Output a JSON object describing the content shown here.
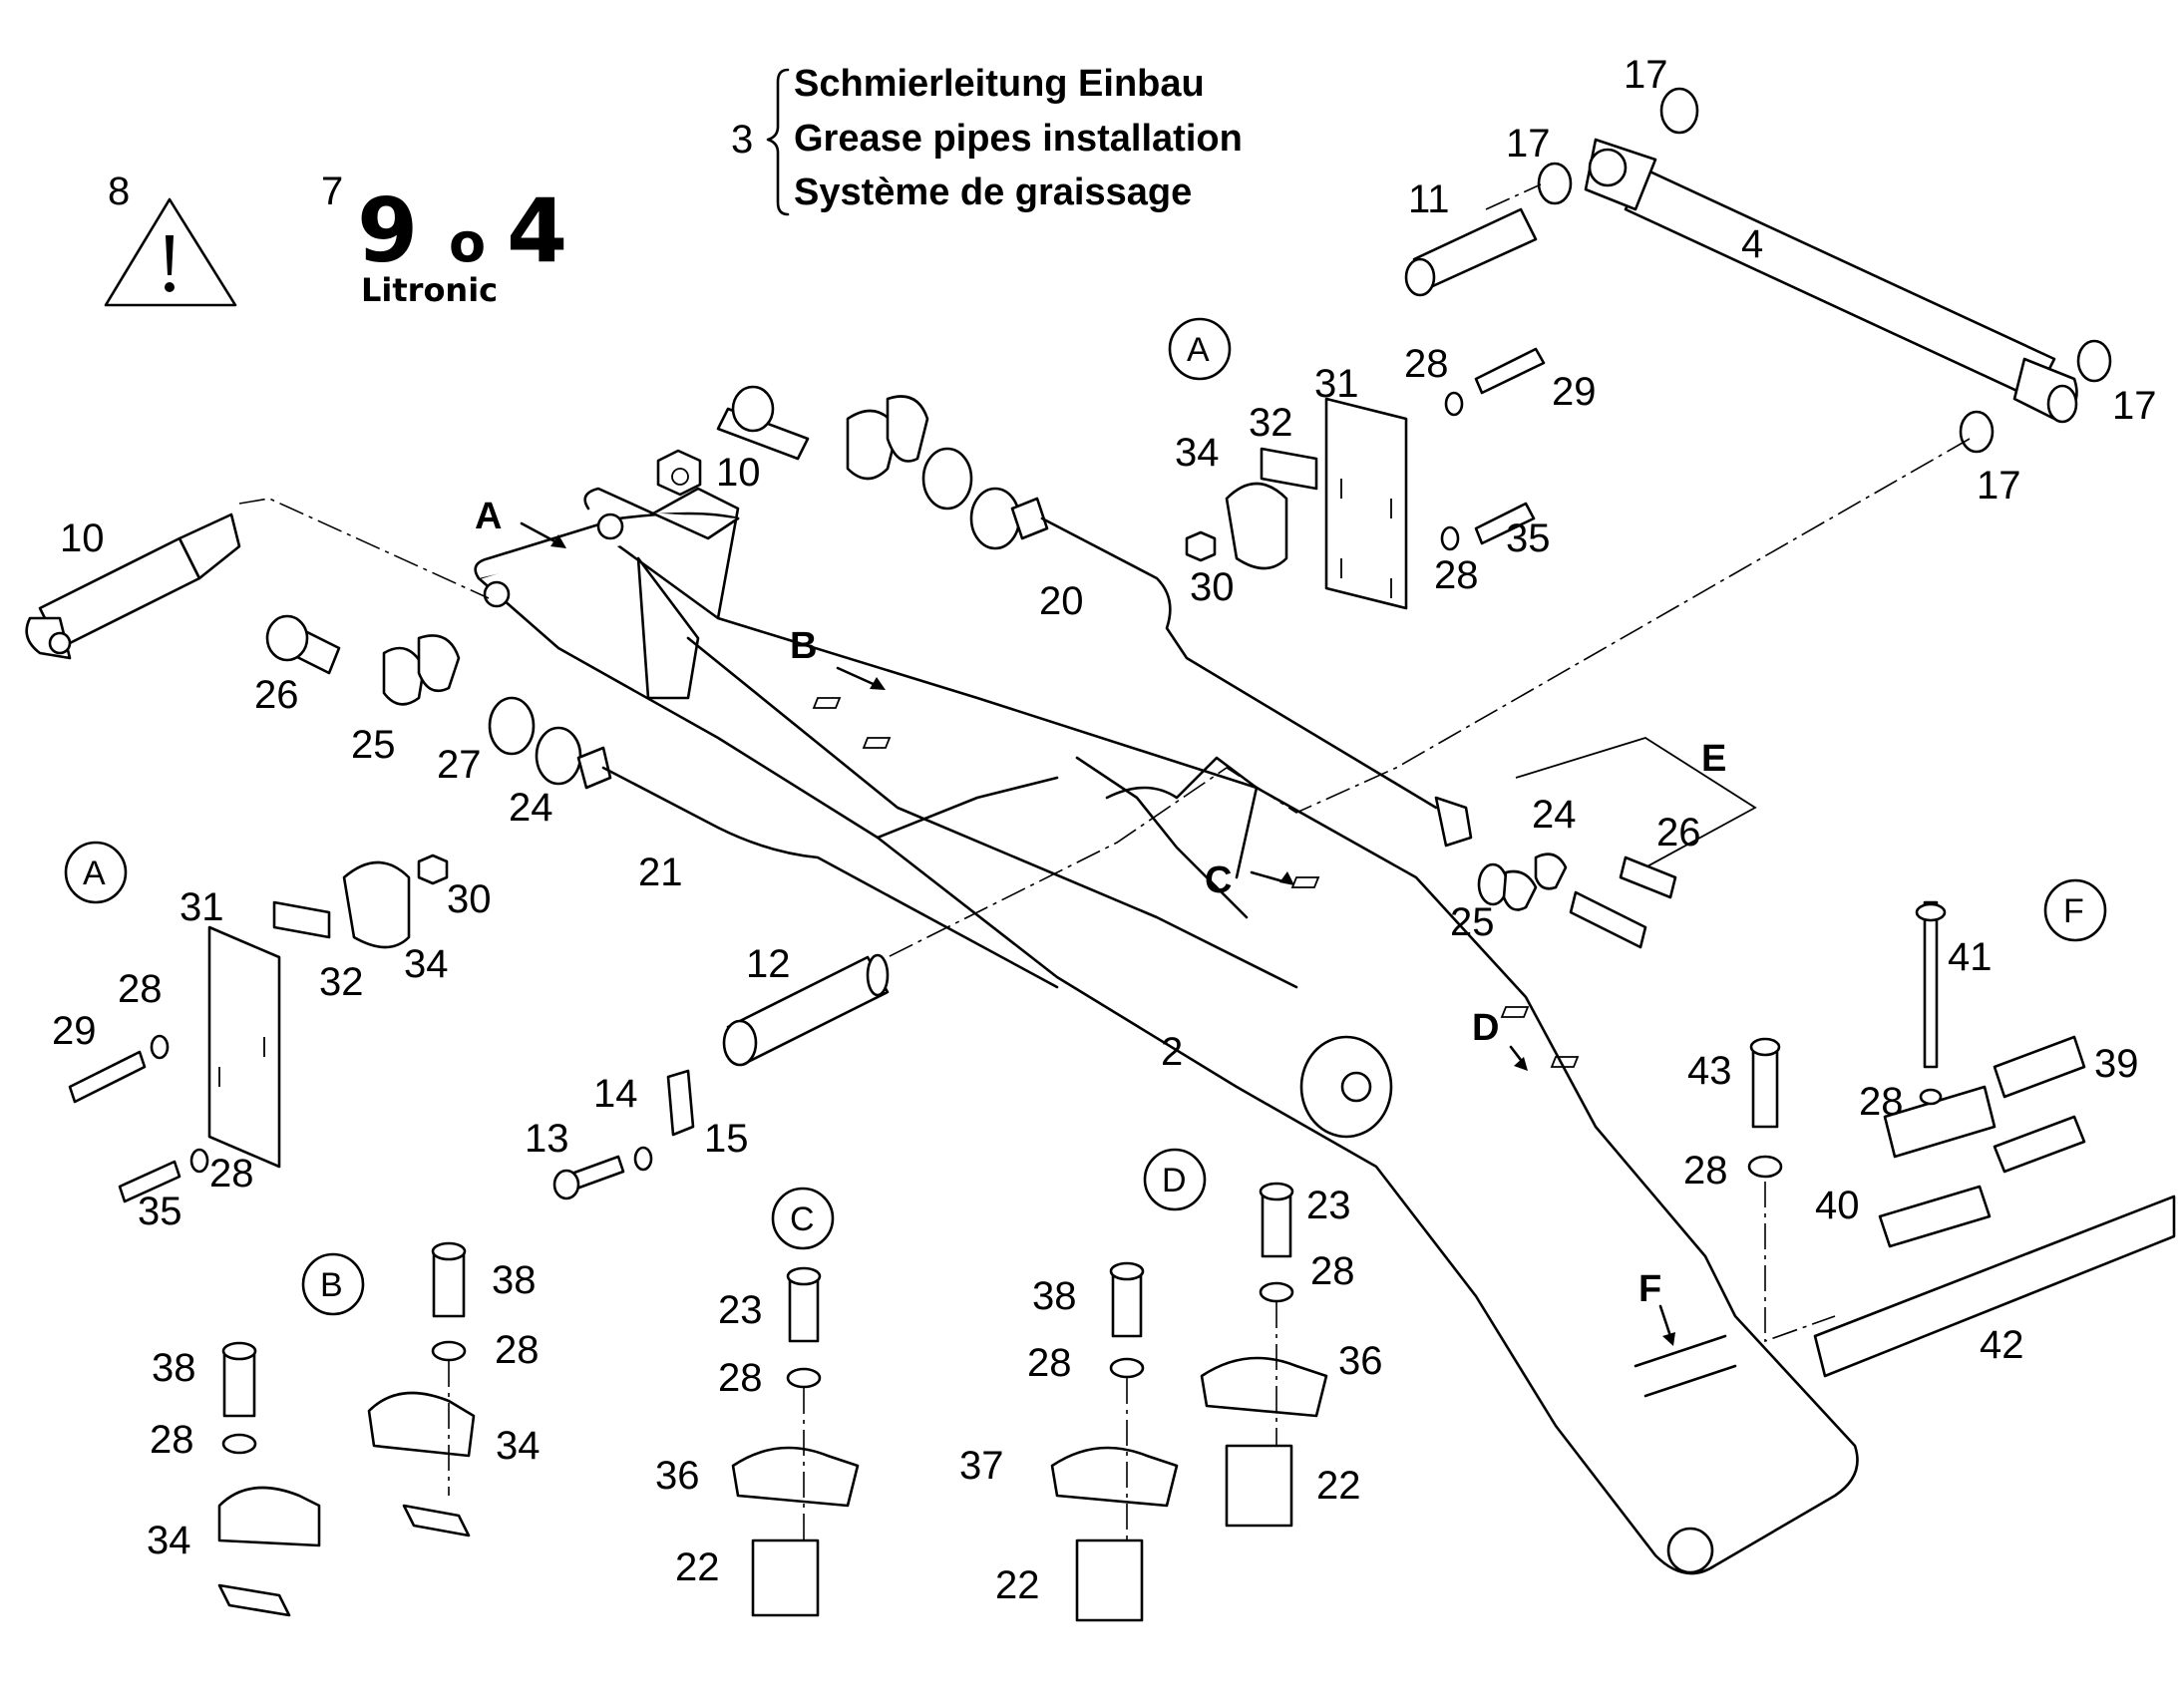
{
  "header": {
    "number": "3",
    "lines": [
      "Schmierleitung Einbau",
      "Grease pipes installation",
      "Système de graissage"
    ]
  },
  "logo": {
    "number": "7",
    "model": "9",
    "separator": "o",
    "model_suffix": "4",
    "brand": "Litronic"
  },
  "warning": {
    "number": "8",
    "icon": "warning-triangle-icon"
  },
  "callouts": {
    "c17a": "17",
    "c17b": "17",
    "c17c": "17",
    "c17d": "17",
    "c11": "11",
    "c4": "4",
    "c10a": "10",
    "c10b": "10",
    "c28a": "28",
    "c29a": "29",
    "c31a": "31",
    "c32a": "32",
    "c34a": "34",
    "c30a": "30",
    "c35a": "35",
    "c28b": "28",
    "c20": "20",
    "c26a": "26",
    "c25a": "25",
    "c27": "27",
    "c24a": "24",
    "c21": "21",
    "c12": "12",
    "c2": "2",
    "cE": "E",
    "c24b": "24",
    "c26b": "26",
    "c25b": "25",
    "c31b": "31",
    "c32b": "32",
    "c34b": "34",
    "c30b": "30",
    "c28c": "28",
    "c29b": "29",
    "c28d": "28",
    "c35b": "35",
    "c14": "14",
    "c13": "13",
    "c15": "15",
    "c41": "41",
    "c43": "43",
    "c39": "39",
    "c28e": "28",
    "c28f": "28",
    "c40": "40",
    "c42": "42",
    "c38a": "38",
    "c28g": "28",
    "c34c": "34",
    "c38b": "38",
    "c28h": "28",
    "c34d": "34",
    "c23a": "23",
    "c28i": "28",
    "c36a": "36",
    "c22a": "22",
    "c38c": "38",
    "c28j": "28",
    "c37": "37",
    "c22b": "22",
    "c23b": "23",
    "c28k": "28",
    "c36b": "36",
    "c22c": "22"
  },
  "detail_circles": {
    "A1": "A",
    "A2": "A",
    "B": "B",
    "C": "C",
    "D": "D",
    "F": "F"
  },
  "arrows": {
    "A": "A",
    "B": "B",
    "C": "C",
    "D": "D",
    "F": "F"
  }
}
